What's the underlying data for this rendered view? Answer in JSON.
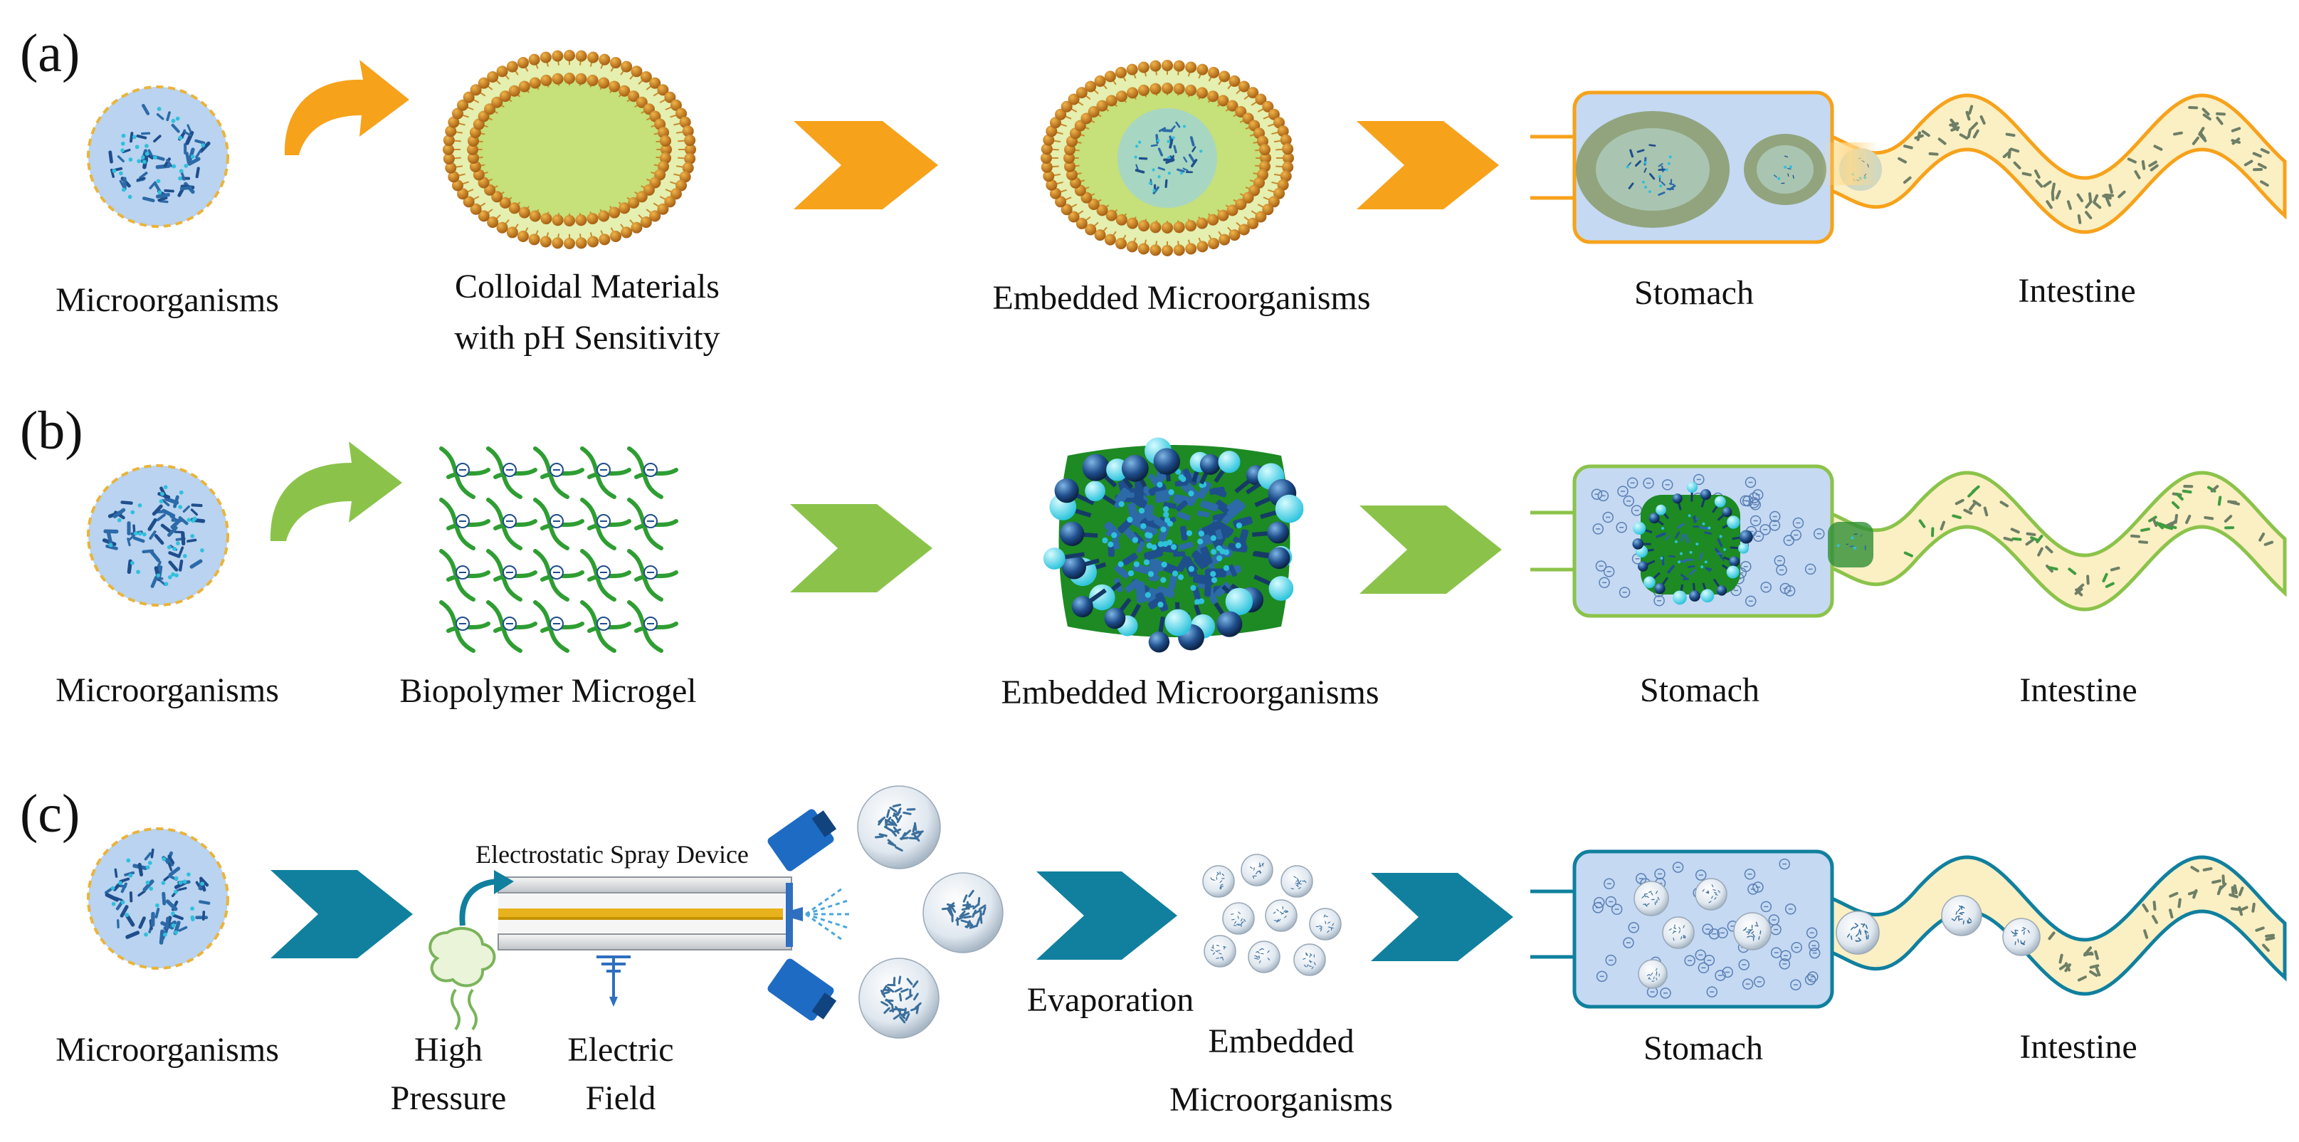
{
  "rows": [
    {
      "panel": "(a)",
      "labels": {
        "microorganisms": "Microorganisms",
        "carrier_line1": "Colloidal Materials",
        "carrier_line2": "with pH Sensitivity",
        "embedded": "Embedded  Microorganisms",
        "stomach": "Stomach",
        "intestine": "Intestine"
      }
    },
    {
      "panel": "(b)",
      "labels": {
        "microorganisms": "Microorganisms",
        "carrier": "Biopolymer Microgel",
        "embedded": "Embedded  Microorganisms",
        "stomach": "Stomach",
        "intestine": "Intestine"
      }
    },
    {
      "panel": "(c)",
      "labels": {
        "microorganisms": "Microorganisms",
        "device": "Electrostatic Spray Device",
        "pressure_line1": "High",
        "pressure_line2": "Pressure",
        "field_line1": "Electric",
        "field_line2": "Field",
        "evaporation": "Evaporation",
        "embedded_line1": "Embedded",
        "embedded_line2": "Microorganisms",
        "stomach": "Stomach",
        "intestine": "Intestine"
      }
    }
  ],
  "colors": {
    "row_a_accent": "#f7a21b",
    "row_b_accent": "#8bc34a",
    "row_c_accent": "#10809e",
    "bacteria": "#1f4e8c",
    "cell_fill": "#b9d3f0",
    "stomach_fill": "#c5d9f3",
    "intestine_fill": "#fbefc4"
  }
}
